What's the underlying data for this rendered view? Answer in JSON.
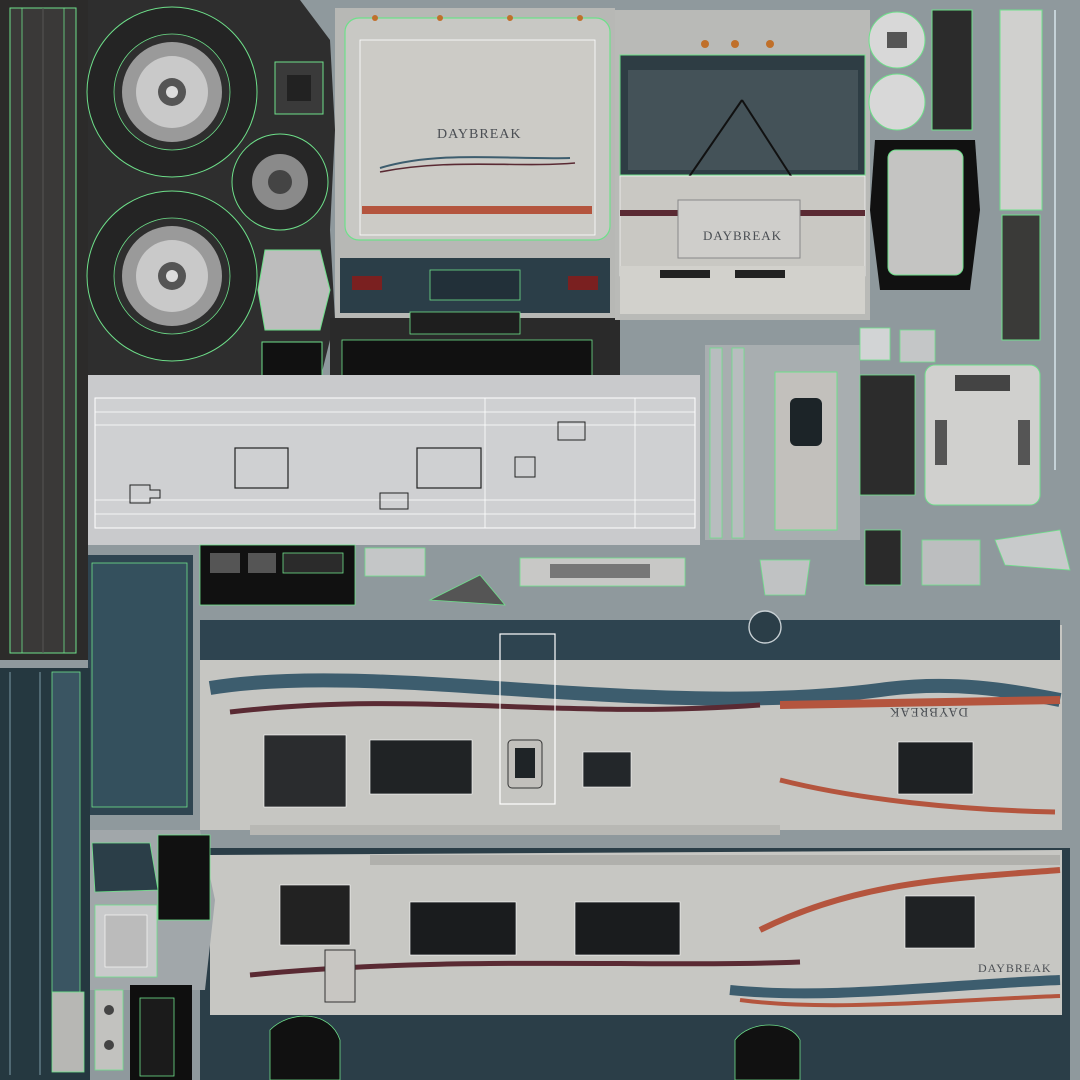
{
  "brand": {
    "rear_logo": "DAYBREAK",
    "front_logo": "DAYBREAK",
    "side_right_logo": "DAYBREAK",
    "side_left_logo": "DAYBREAK"
  },
  "colors": {
    "background": "#9aa3a7",
    "body_panel": "#c9c9c6",
    "dark_navy": "#2b3e48",
    "uv_wire_green": "#6ee08a",
    "uv_wire_white": "#ffffff",
    "stripe_red": "#b4553e",
    "stripe_maroon": "#5a2a33",
    "stripe_blue": "#3d5d6e",
    "tire": "#2a2a2a",
    "window": "#1a1d20"
  },
  "icons": {
    "rear_wheel": "wheel-rim-icon",
    "spare_wheel": "spare-wheel-icon",
    "rooftop_vent": "roof-vent-icon",
    "manufacturer_badge": "winnebago-w-badge-icon"
  }
}
